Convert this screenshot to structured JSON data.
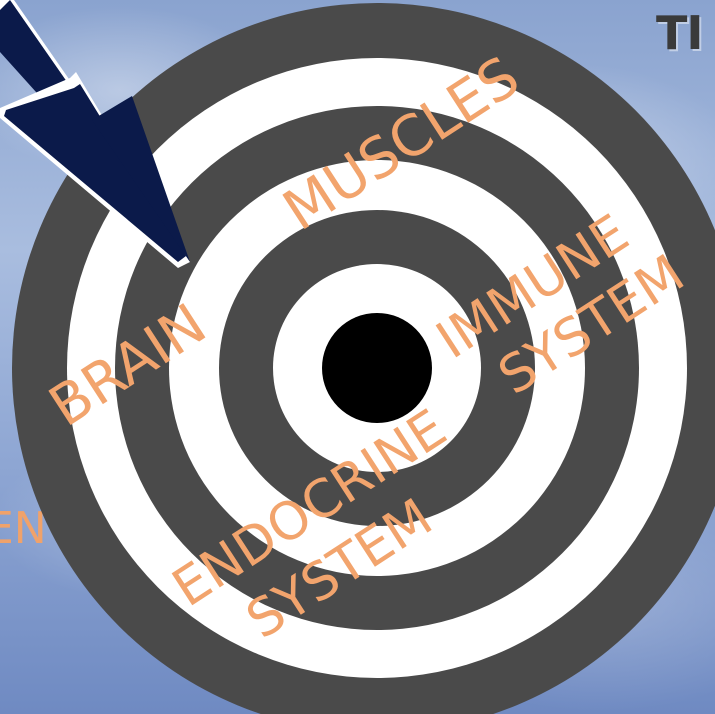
{
  "slide": {
    "corner_title": "TI",
    "left_fragment": "EN"
  },
  "target": {
    "ring_colors": [
      "#4a4a4a",
      "#ffffff",
      "#4a4a4a",
      "#ffffff",
      "#4a4a4a",
      "#ffffff"
    ],
    "bullseye_color": "#000000",
    "arrow_color": "#0b1a4a",
    "label_color": "#f2a46d"
  },
  "labels": {
    "muscles": "MUSCLES",
    "brain": "BRAIN",
    "immune_1": "IMMUNE",
    "immune_2": "SYSTEM",
    "endocrine_1": "ENDOCRINE",
    "endocrine_2": "SYSTEM"
  }
}
